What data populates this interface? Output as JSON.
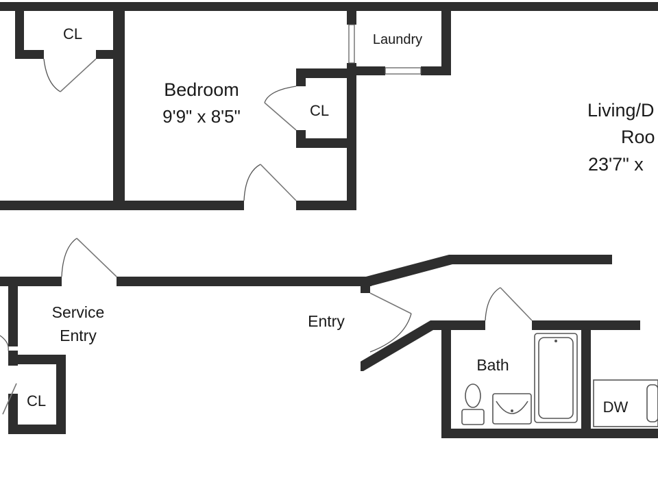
{
  "labels": {
    "closet_top_left": "CL",
    "bedroom_name": "Bedroom",
    "bedroom_dims": "9'9\" x 8'5\"",
    "laundry": "Laundry",
    "bedroom_closet": "CL",
    "living_line1": "Living/D",
    "living_line2": "Roo",
    "living_dims": "23'7\" x",
    "service_line1": "Service",
    "service_line2": "Entry",
    "entry": "Entry",
    "bath": "Bath",
    "dw": "DW",
    "closet_bottom_left": "CL"
  }
}
